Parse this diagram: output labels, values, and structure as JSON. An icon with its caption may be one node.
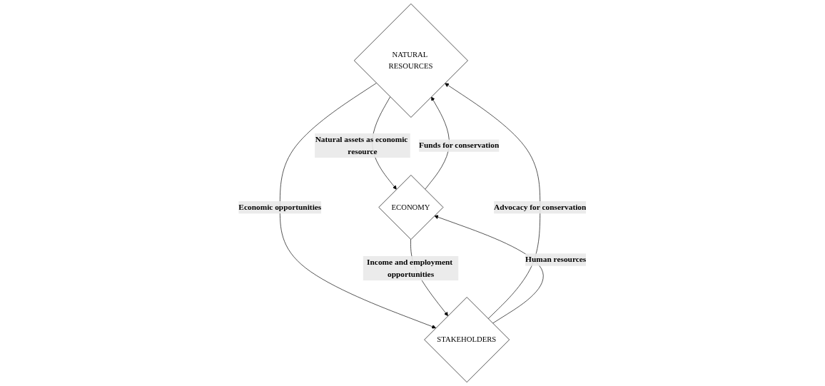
{
  "diagram": {
    "nodes": [
      {
        "text": [
          "NATURAL RESOURCES"
        ]
      },
      {
        "text": [
          "ECONOMY"
        ]
      },
      {
        "text": [
          "STAKEHOLDERS"
        ]
      }
    ],
    "edges": [
      {
        "from": 1,
        "to": 0,
        "arrow": "to",
        "label": "Funds for conservation"
      },
      {
        "from": 0,
        "to": 1,
        "arrow": "to",
        "label": "Natural assets as economic resource"
      },
      {
        "from": 0,
        "to": 2,
        "arrow": "to",
        "label": "Economic opportunities"
      },
      {
        "from": 2,
        "to": 0,
        "arrow": "to",
        "label": "Advocacy for conservation"
      },
      {
        "from": 2,
        "to": 1,
        "arrow": "to",
        "label": "Human resources"
      },
      {
        "from": 1,
        "to": 2,
        "arrow": "to",
        "label": "Income and employment opportunities"
      }
    ]
  }
}
